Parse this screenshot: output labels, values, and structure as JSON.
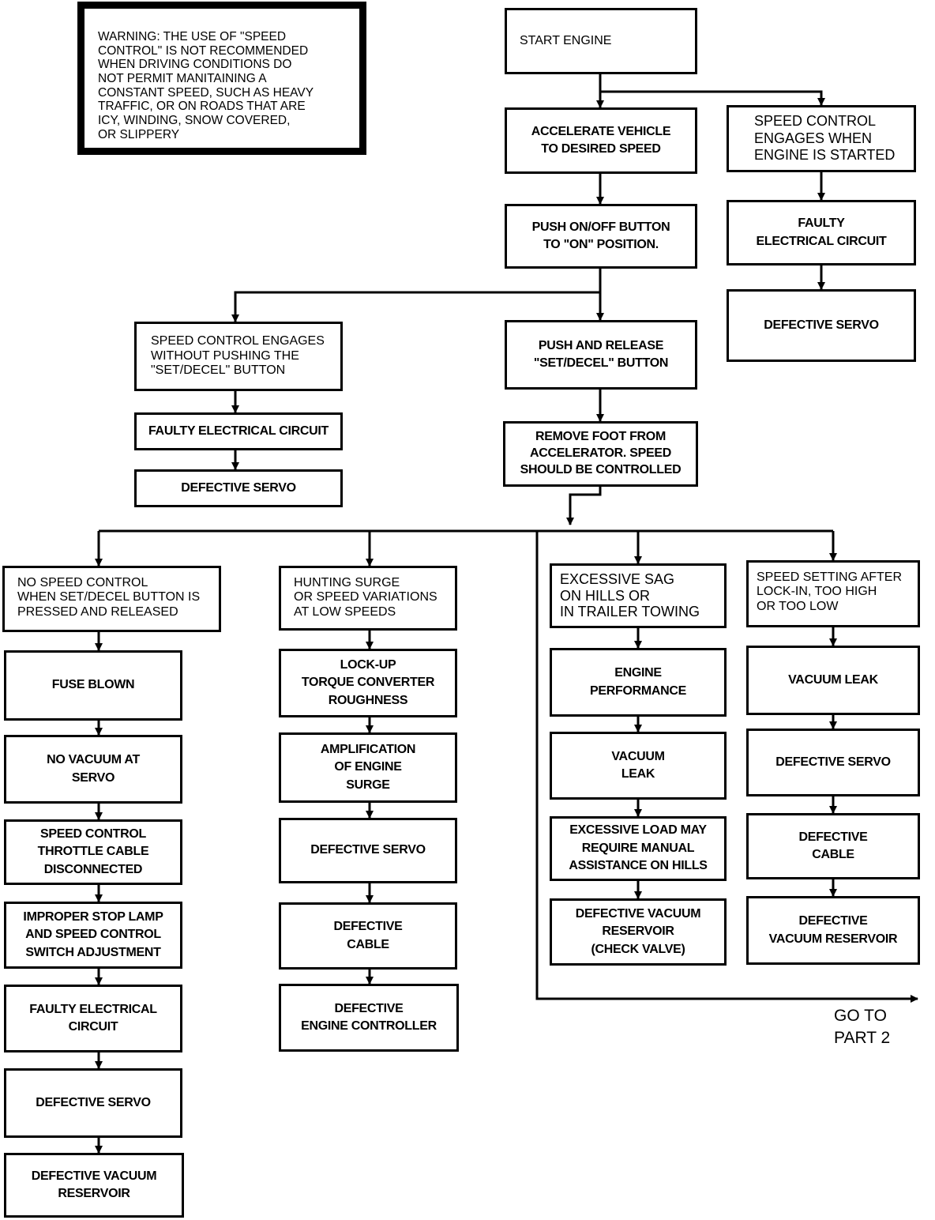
{
  "warning": "WARNING: THE USE OF \"SPEED\nCONTROL\" IS NOT RECOMMENDED\nWHEN DRIVING CONDITIONS DO\nNOT PERMIT MANITAINING A\nCONSTANT SPEED, SUCH AS HEAVY\nTRAFFIC, OR ON ROADS THAT ARE\nICY, WINDING, SNOW COVERED,\nOR SLIPPERY",
  "top": {
    "start": "START ENGINE",
    "accelerate": "ACCELERATE VEHICLE\nTO DESIRED SPEED",
    "push_onoff": "PUSH ON/OFF BUTTON\nTO \"ON\" POSITION.",
    "push_release": "PUSH AND  RELEASE\n\"SET/DECEL\" BUTTON",
    "remove_foot": "REMOVE FOOT FROM\nACCELERATOR. SPEED\nSHOULD BE CONTROLLED"
  },
  "engages_start": {
    "symptom": "SPEED CONTROL\nENGAGES WHEN\nENGINE IS STARTED",
    "causes": [
      "FAULTY\nELECTRICAL CIRCUIT",
      "DEFECTIVE SERVO"
    ]
  },
  "engages_without": {
    "symptom": "SPEED CONTROL ENGAGES\nWITHOUT PUSHING THE\n\"SET/DECEL\" BUTTON",
    "causes": [
      "FAULTY ELECTRICAL CIRCUIT",
      "DEFECTIVE SERVO"
    ]
  },
  "col1": {
    "symptom": "NO SPEED CONTROL\nWHEN SET/DECEL BUTTON IS\nPRESSED AND RELEASED",
    "causes": [
      "FUSE BLOWN",
      "NO VACUUM AT\nSERVO",
      "SPEED CONTROL\nTHROTTLE CABLE\nDISCONNECTED",
      "IMPROPER STOP LAMP\nAND SPEED CONTROL\nSWITCH ADJUSTMENT",
      "FAULTY ELECTRICAL\nCIRCUIT",
      "DEFECTIVE SERVO",
      "DEFECTIVE VACUUM\nRESERVOIR"
    ]
  },
  "col2": {
    "symptom": "HUNTING SURGE\nOR SPEED VARIATIONS\nAT LOW SPEEDS",
    "causes": [
      "LOCK-UP\nTORQUE CONVERTER\nROUGHNESS",
      "AMPLIFICATION\nOF ENGINE\nSURGE",
      "DEFECTIVE SERVO",
      "DEFECTIVE\nCABLE",
      "DEFECTIVE\nENGINE CONTROLLER"
    ]
  },
  "col3": {
    "symptom": "EXCESSIVE SAG\nON HILLS OR\nIN TRAILER TOWING",
    "causes": [
      "ENGINE\nPERFORMANCE",
      "VACUUM\nLEAK",
      "EXCESSIVE LOAD MAY\nREQUIRE MANUAL\nASSISTANCE ON HILLS",
      "DEFECTIVE VACUUM\nRESERVOIR\n(CHECK VALVE)"
    ]
  },
  "col4": {
    "symptom": "SPEED SETTING AFTER\nLOCK-IN, TOO HIGH\nOR TOO LOW",
    "causes": [
      "VACUUM LEAK",
      "DEFECTIVE SERVO",
      "DEFECTIVE\nCABLE",
      "DEFECTIVE\nVACUUM RESERVOIR"
    ]
  },
  "goto": "GO TO\nPART 2"
}
